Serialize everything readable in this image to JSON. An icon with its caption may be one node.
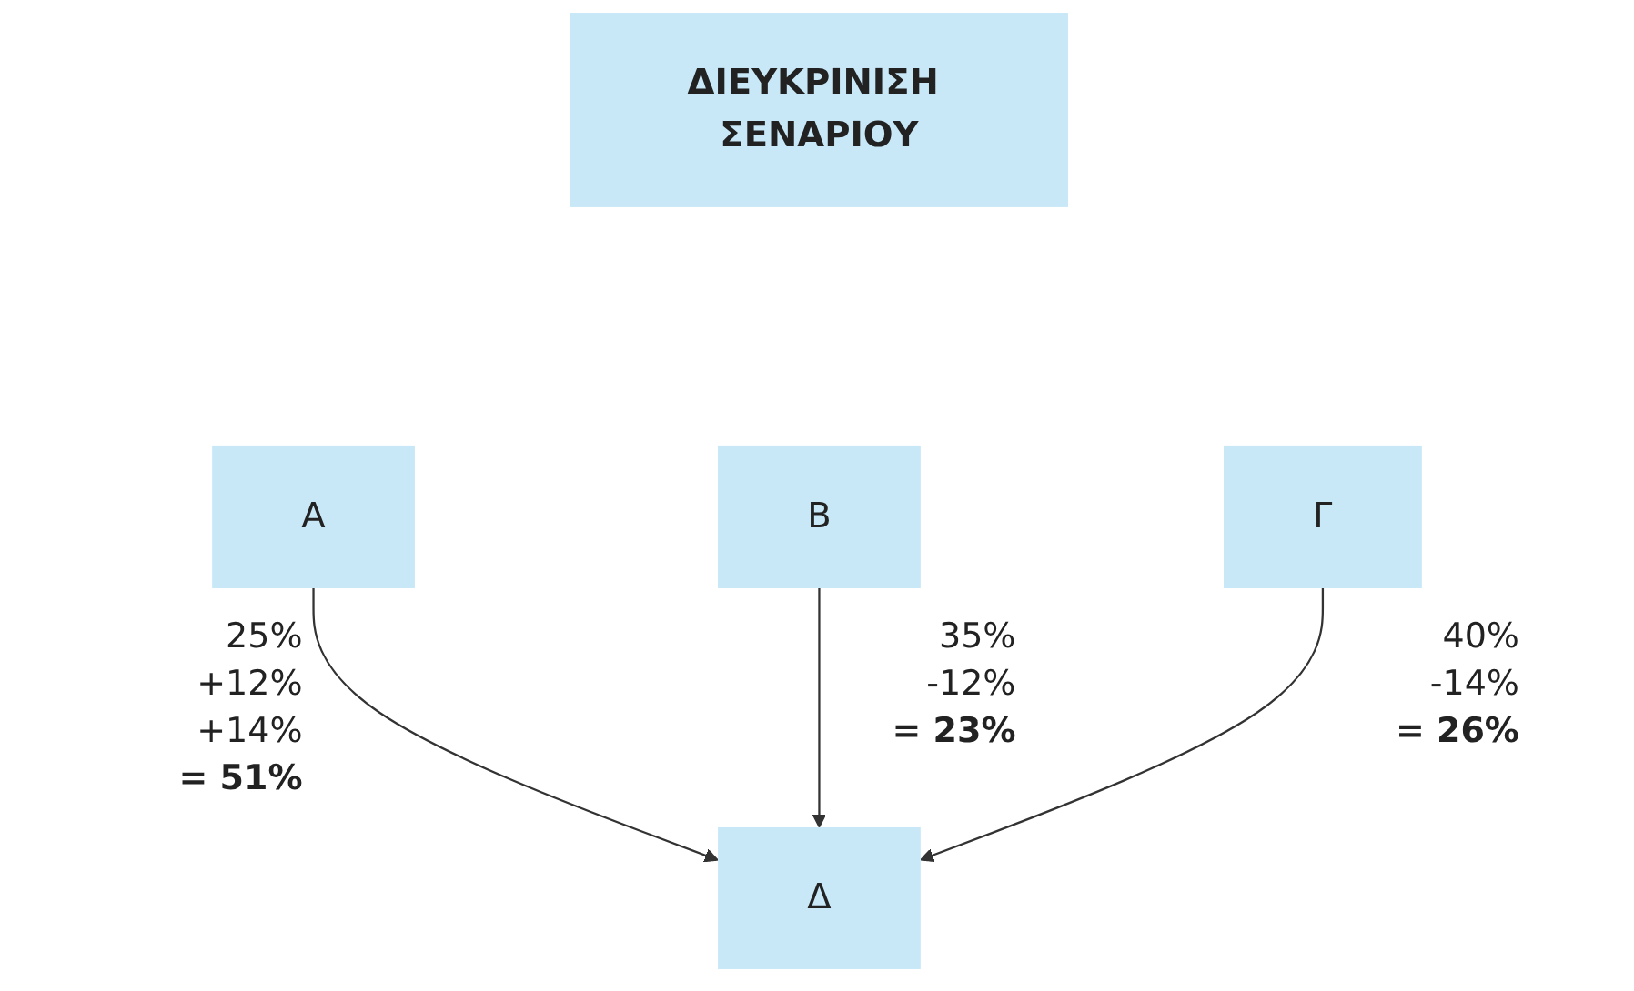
{
  "diagram": {
    "nodes": [
      {
        "text": [
          "ΔΙΕΥΚΡΙΝΙΣΗ ΣΕΝΑΡΙΟΥ"
        ]
      },
      {
        "text": [
          "Α"
        ],
        "beside": [
          "25%",
          "+12%",
          "+14%",
          "**= 51%**"
        ]
      },
      {
        "text": [
          "Β"
        ],
        "beside": [
          "35%",
          "-12%",
          "**= 23%**"
        ]
      },
      {
        "text": [
          "Γ"
        ],
        "beside": [
          "40%",
          "-14%",
          "**= 26%**"
        ]
      },
      {
        "text": [
          "Δ"
        ]
      }
    ],
    "edges": [
      {
        "from": 1,
        "to": 4,
        "arrow": "to"
      },
      {
        "from": 2,
        "to": 4,
        "arrow": "to"
      },
      {
        "from": 3,
        "to": 4,
        "arrow": "to"
      }
    ]
  }
}
